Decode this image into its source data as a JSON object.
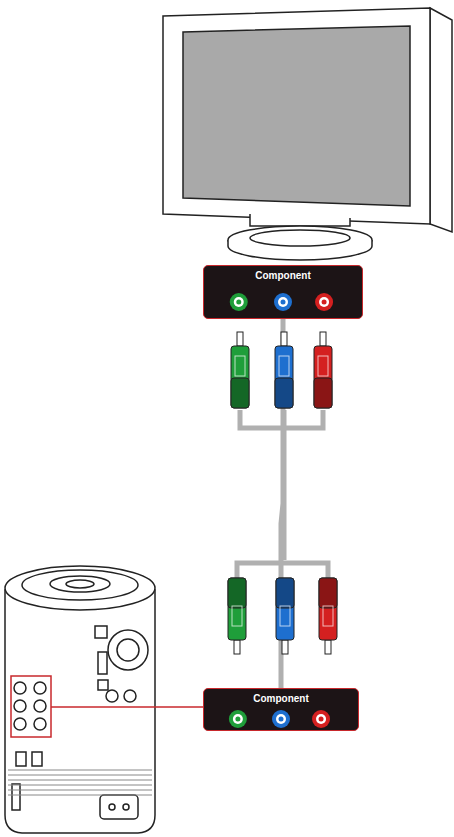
{
  "diagram": {
    "nodes": [
      {
        "text": [
          "Component"
        ]
      },
      {
        "text": [
          "Component"
        ]
      }
    ],
    "edges": [
      {
        "from": 0,
        "to": 1,
        "arrow": "none"
      }
    ]
  }
}
